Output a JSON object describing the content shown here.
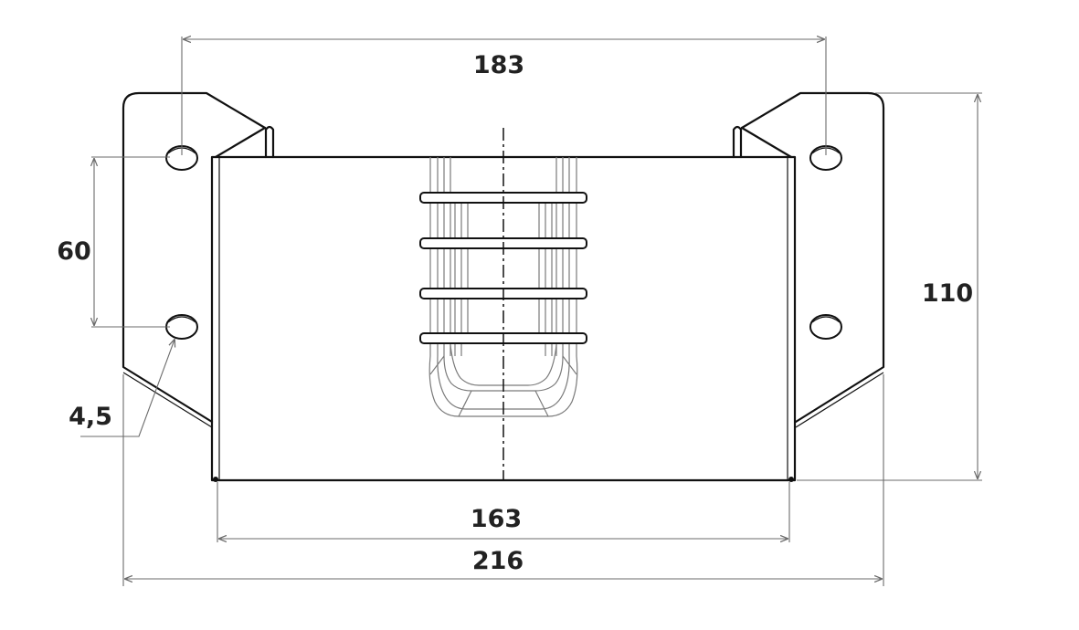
{
  "dimensions": {
    "top_width": "183",
    "hole_spacing": "60",
    "hole_diameter": "4,5",
    "height": "110",
    "inner_width": "163",
    "overall_width": "216"
  },
  "colors": {
    "line": "#111111",
    "dimension_line": "#6b6b6b",
    "label": "#222222",
    "background": "#ffffff"
  }
}
